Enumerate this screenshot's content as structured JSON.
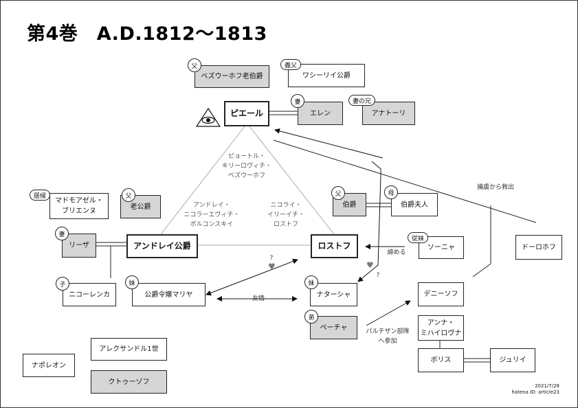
{
  "title": "第4巻　A.D.1812〜1813",
  "nodes": {
    "bezukhov_elder": "ベズウーホフ老伯爵",
    "vasily": "ワシーリイ公爵",
    "pierre": "ピエール",
    "helene": "エレン",
    "anatole": "アナトーリ",
    "bourienne": "マドモアゼル・\nブリエンヌ",
    "old_prince": "老公爵",
    "count": "伯爵",
    "countess": "伯爵夫人",
    "lise": "リーザ",
    "andrei": "アンドレイ公爵",
    "rostov": "ロストフ",
    "sonya": "ソーニャ",
    "dolokhov": "ドーロホフ",
    "nikolenka": "ニコーレンカ",
    "marya": "公爵令嬢マリヤ",
    "natasha": "ナターシャ",
    "denisov": "デニーソフ",
    "petya": "ペーチャ",
    "anna": "アンナ・\nミハイロヴナ",
    "boris": "ボリス",
    "julie": "ジュリイ",
    "napoleon": "ナポレオン",
    "alexander": "アレクサンドル1世",
    "kutuzov": "クトゥーゾフ"
  },
  "tags": {
    "father1": "父",
    "father_in_law": "義父",
    "wife1": "妻",
    "wife_brother": "妻の兄",
    "resident": "居候",
    "father2": "父",
    "father3": "父",
    "mother": "母",
    "wife2": "妻",
    "cousin": "従妹",
    "son": "子",
    "sister1": "妹",
    "sister2": "妹",
    "brother": "弟"
  },
  "labels": {
    "pyotr": "ピョートル・\nキリーロヴィチ・\nベズウーホフ",
    "andrei_full": "アンドレイ・\nニコラーエヴィチ・\nボルコンスキイ",
    "nikolai_full": "ニコライ・\nイリーイチ・\nロストフ",
    "rescue": "捕虜から救出",
    "giveup": "諦める",
    "friendship": "友情",
    "q1": "?",
    "q2": "?",
    "partisan": "パルチザン部隊\nへ参加"
  },
  "footer": {
    "date": "2021/7/28",
    "id": "hatena ID: article23"
  },
  "icons": {
    "eye": "eye-of-providence-icon",
    "heart": "heart-icon"
  }
}
